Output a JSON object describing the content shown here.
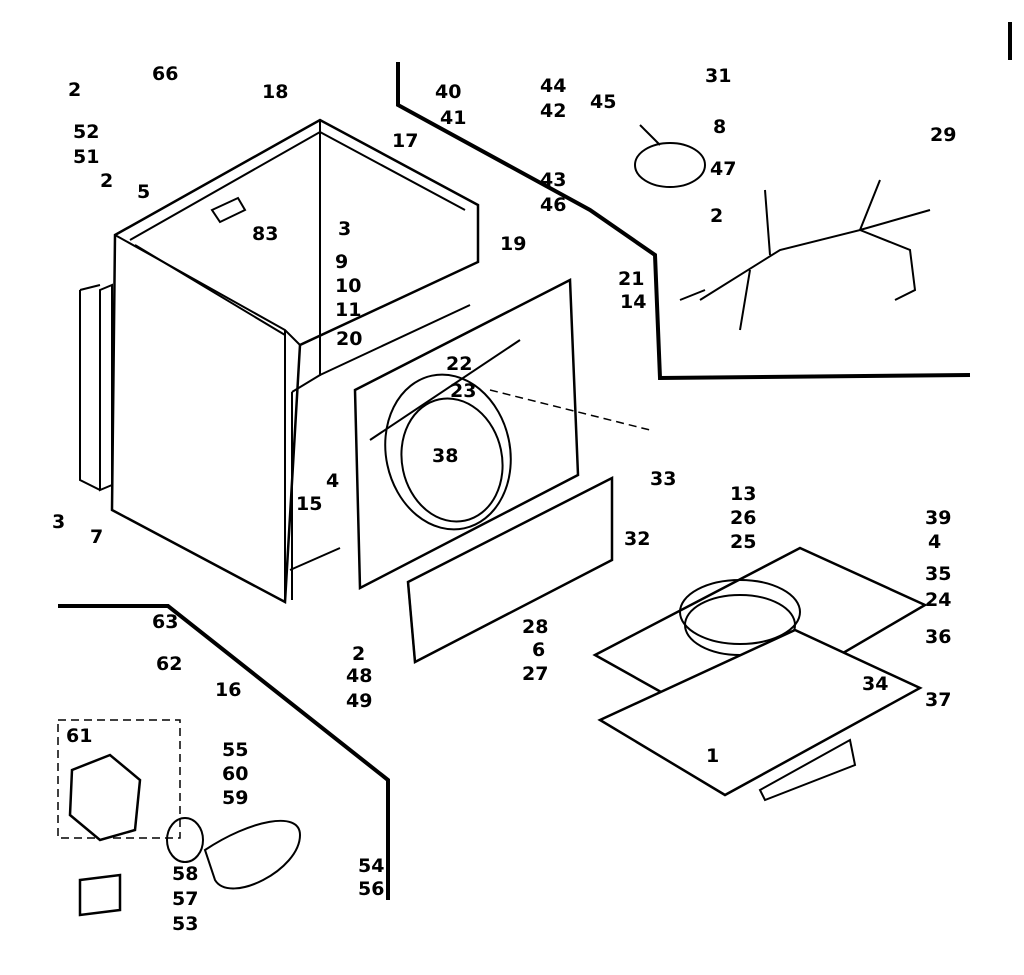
{
  "diagram": {
    "labels": [
      "66",
      "2",
      "52",
      "51",
      "2",
      "5",
      "18",
      "17",
      "3",
      "83",
      "19",
      "40",
      "41",
      "44",
      "42",
      "45",
      "43",
      "46",
      "31",
      "8",
      "47",
      "29",
      "2",
      "9",
      "10",
      "11",
      "20",
      "22",
      "23",
      "21",
      "14",
      "38",
      "33",
      "3",
      "7",
      "15",
      "4",
      "16",
      "48",
      "2",
      "49",
      "13",
      "26",
      "25",
      "32",
      "28",
      "6",
      "27",
      "39",
      "4",
      "35",
      "24",
      "36",
      "34",
      "37",
      "1",
      "63",
      "62",
      "61",
      "55",
      "60",
      "59",
      "54",
      "58",
      "56",
      "57",
      "53"
    ]
  }
}
